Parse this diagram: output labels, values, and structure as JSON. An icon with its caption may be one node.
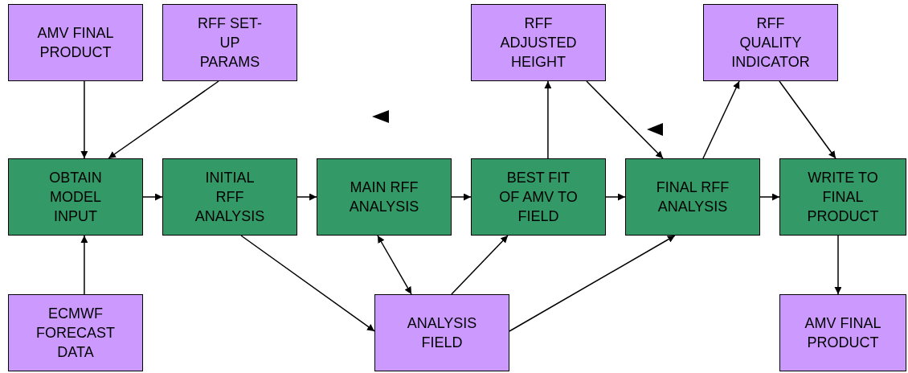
{
  "diagram": {
    "nodes": [
      {
        "text": [
          "AMV FINAL PRODUCT"
        ]
      },
      {
        "text": [
          "RFF SET-UP PARAMS"
        ]
      },
      {
        "text": [
          "RFF ADJUSTED HEIGHT"
        ]
      },
      {
        "text": [
          "RFF QUALITY INDICATOR"
        ]
      },
      {
        "text": [
          "OBTAIN MODEL INPUT"
        ]
      },
      {
        "text": [
          "INITIAL RFF ANALYSIS"
        ]
      },
      {
        "text": [
          "MAIN RFF ANALYSIS"
        ]
      },
      {
        "text": [
          "BEST FIT OF AMV TO FIELD"
        ]
      },
      {
        "text": [
          "FINAL RFF ANALYSIS"
        ]
      },
      {
        "text": [
          "WRITE TO FINAL PRODUCT"
        ]
      },
      {
        "text": [
          "ECMWF FORECAST DATA"
        ]
      },
      {
        "text": [
          "ANALYSIS FIELD"
        ]
      },
      {
        "text": [
          "AMV FINAL PRODUCT"
        ]
      }
    ],
    "edges": [
      {
        "from": 0,
        "to": 4,
        "arrow": "to"
      },
      {
        "from": 1,
        "to": 4,
        "arrow": "to"
      },
      {
        "from": 10,
        "to": 4,
        "arrow": "to"
      },
      {
        "from": 4,
        "to": 5,
        "arrow": "to"
      },
      {
        "from": 5,
        "to": 6,
        "arrow": "to"
      },
      {
        "from": 6,
        "to": 7,
        "arrow": "to"
      },
      {
        "from": 7,
        "to": 8,
        "arrow": "to"
      },
      {
        "from": 8,
        "to": 9,
        "arrow": "to"
      },
      {
        "from": 5,
        "to": 11,
        "arrow": "to"
      },
      {
        "from": 11,
        "to": 6,
        "arrow": "both"
      },
      {
        "from": 11,
        "to": 7,
        "arrow": "to"
      },
      {
        "from": 11,
        "to": 8,
        "arrow": "to"
      },
      {
        "from": 7,
        "to": 2,
        "arrow": "to"
      },
      {
        "from": 2,
        "to": 8,
        "arrow": "to"
      },
      {
        "from": 8,
        "to": 3,
        "arrow": "to"
      },
      {
        "from": 3,
        "to": 9,
        "arrow": "to"
      },
      {
        "from": 9,
        "to": 12,
        "arrow": "to"
      }
    ]
  }
}
